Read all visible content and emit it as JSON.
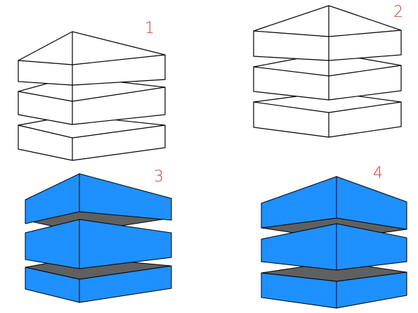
{
  "figures": [
    {
      "label": "1",
      "style": "outline"
    },
    {
      "label": "2",
      "style": "outline"
    },
    {
      "label": "3",
      "style": "filled"
    },
    {
      "label": "4",
      "style": "filled"
    }
  ],
  "colors": {
    "outline_stroke": "#000000",
    "outline_fill": "#ffffff",
    "filled_face": "#1e90ff",
    "filled_gap": "#606060",
    "label": "#d23b3b"
  }
}
